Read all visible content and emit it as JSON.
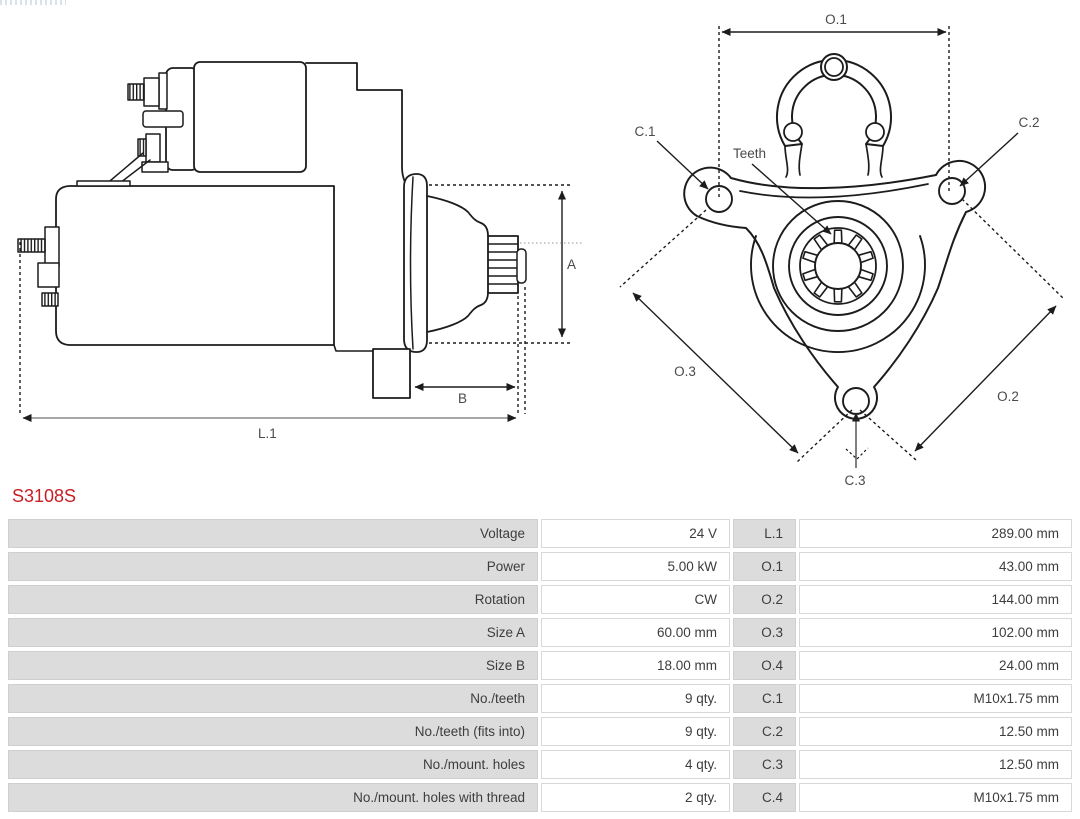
{
  "part_number": "S3108S",
  "side_view": {
    "label_a": "A",
    "label_b": "B",
    "label_l1": "L.1"
  },
  "front_view": {
    "label_o1": "O.1",
    "label_o2": "O.2",
    "label_o3": "O.3",
    "label_c1": "C.1",
    "label_c2": "C.2",
    "label_c3": "C.3",
    "label_teeth": "Teeth"
  },
  "spec_table": {
    "rows": [
      {
        "label": "Voltage",
        "value": "24 V",
        "dim": "L.1",
        "dim_value": "289.00 mm"
      },
      {
        "label": "Power",
        "value": "5.00 kW",
        "dim": "O.1",
        "dim_value": "43.00 mm"
      },
      {
        "label": "Rotation",
        "value": "CW",
        "dim": "O.2",
        "dim_value": "144.00 mm"
      },
      {
        "label": "Size A",
        "value": "60.00 mm",
        "dim": "O.3",
        "dim_value": "102.00 mm"
      },
      {
        "label": "Size B",
        "value": "18.00 mm",
        "dim": "O.4",
        "dim_value": "24.00 mm"
      },
      {
        "label": "No./teeth",
        "value": "9 qty.",
        "dim": "C.1",
        "dim_value": "M10x1.75 mm"
      },
      {
        "label": "No./teeth (fits into)",
        "value": "9 qty.",
        "dim": "C.2",
        "dim_value": "12.50 mm"
      },
      {
        "label": "No./mount. holes",
        "value": "4 qty.",
        "dim": "C.3",
        "dim_value": "12.50 mm"
      },
      {
        "label": "No./mount. holes with thread",
        "value": "2 qty.",
        "dim": "C.4",
        "dim_value": "M10x1.75 mm"
      }
    ]
  },
  "colors": {
    "accent_red": "#c81e23",
    "line": "#1c1c1c",
    "dim_text": "#4a4a4a",
    "cell_gray": "#dcdcdc",
    "cell_border": "#cfcfcf",
    "dim_line_gray": "#8a8a8a"
  }
}
